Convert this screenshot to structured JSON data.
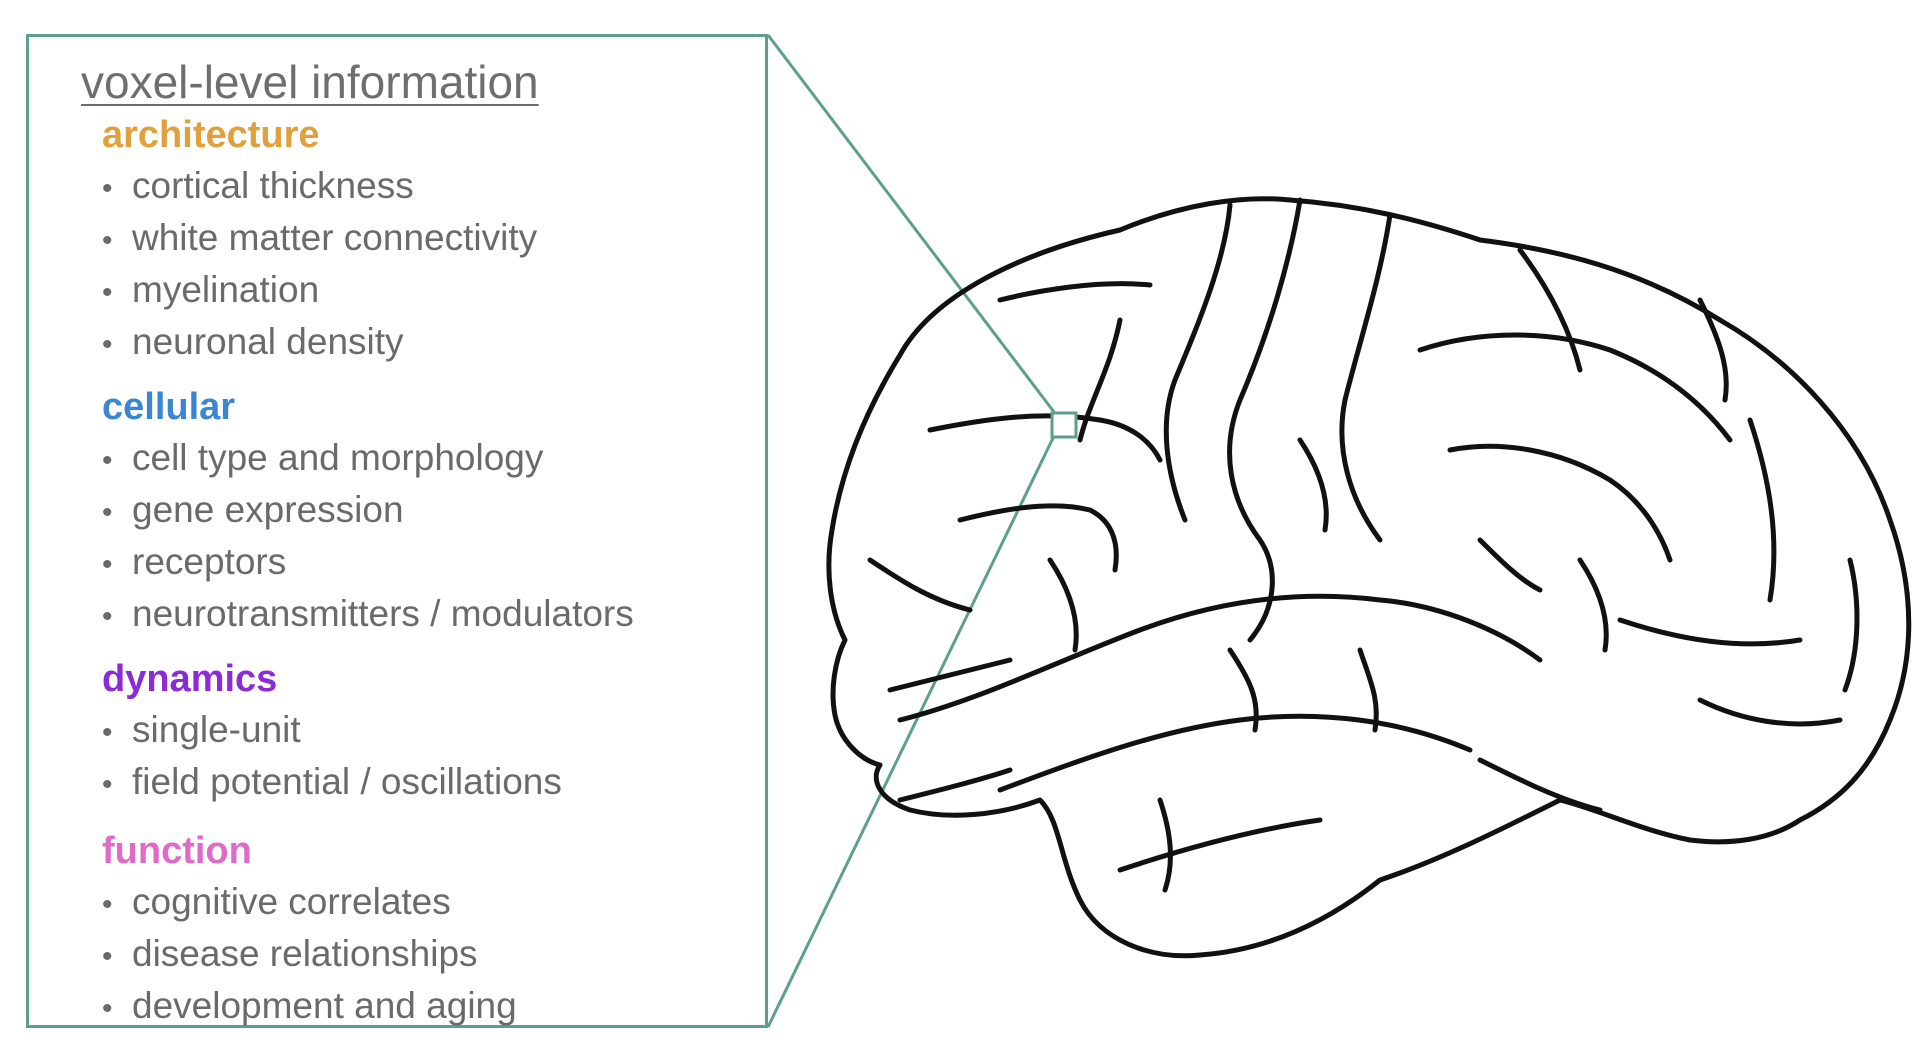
{
  "title": "voxel-level information",
  "colors": {
    "box_border": "#5e9e8e",
    "text": "#6a6a6a",
    "architecture": "#e0a03c",
    "cellular": "#3a86d4",
    "dynamics": "#8a2bd6",
    "function": "#e06ac8"
  },
  "sections": [
    {
      "heading": "architecture",
      "items": [
        "cortical thickness",
        "white matter connectivity",
        "myelination",
        "neuronal density"
      ]
    },
    {
      "heading": "cellular",
      "items": [
        "cell type and morphology",
        "gene expression",
        "receptors",
        "neurotransmitters / modulators"
      ]
    },
    {
      "heading": "dynamics",
      "items": [
        "single-unit",
        "field potential / oscillations"
      ]
    },
    {
      "heading": "function",
      "items": [
        "cognitive correlates",
        "disease relationships",
        "development and aging"
      ]
    }
  ],
  "icons": {
    "brain": "brain-illustration",
    "voxel": "voxel-marker"
  }
}
